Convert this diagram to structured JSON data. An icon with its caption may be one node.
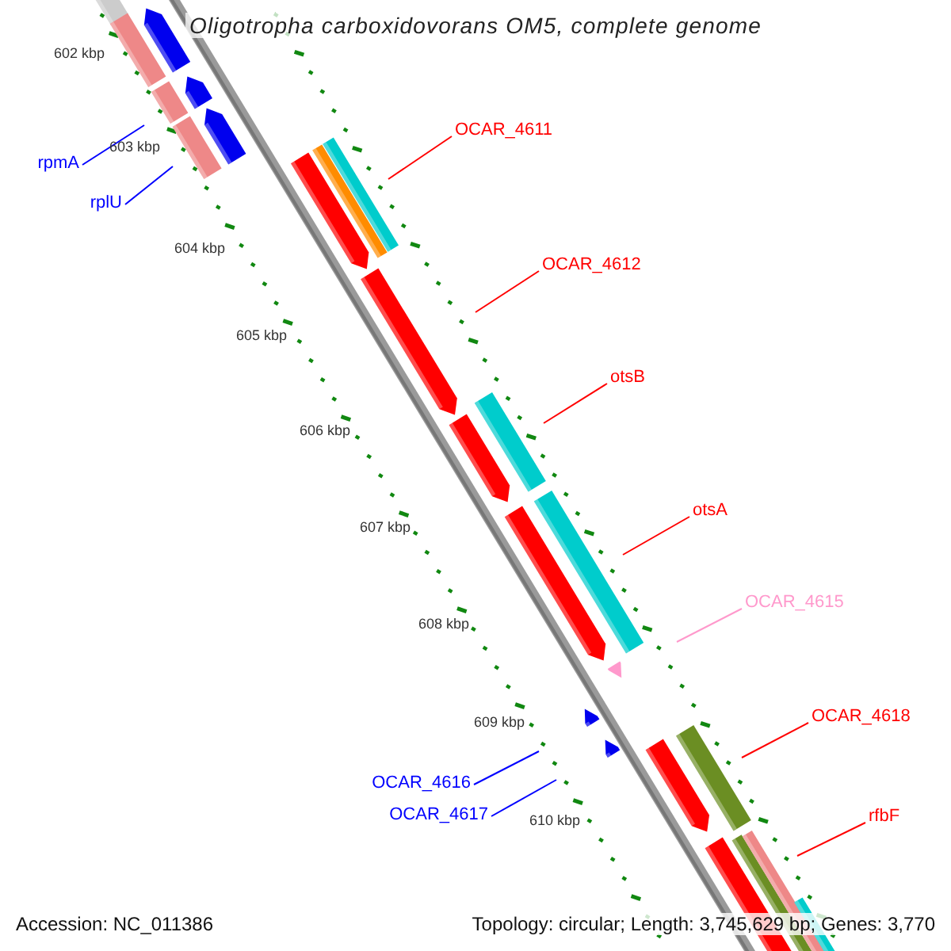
{
  "diagram": {
    "title": "Oligotropha carboxidovorans OM5, complete genome",
    "nodes": [
      {
        "text": [
          "rpmA"
        ]
      },
      {
        "text": [
          "rplU"
        ]
      },
      {
        "text": [
          "OCAR_4611"
        ]
      },
      {
        "text": [
          "OCAR_4612"
        ]
      },
      {
        "text": [
          "otsB"
        ]
      },
      {
        "text": [
          "otsA"
        ]
      },
      {
        "text": [
          "OCAR_4615"
        ]
      },
      {
        "text": [
          "OCAR_4616"
        ]
      },
      {
        "text": [
          "OCAR_4617"
        ]
      },
      {
        "text": [
          "OCAR_4618"
        ]
      },
      {
        "text": [
          "rfbF"
        ]
      }
    ],
    "edges": [
      {
        "from": 0,
        "to": null,
        "arrow": "none",
        "color": "#0000ff"
      },
      {
        "from": 1,
        "to": null,
        "arrow": "none",
        "color": "#0000ff"
      },
      {
        "from": 2,
        "to": null,
        "arrow": "none"
      },
      {
        "from": 3,
        "to": null,
        "arrow": "none"
      },
      {
        "from": 4,
        "to": null,
        "arrow": "none"
      },
      {
        "from": 5,
        "to": null,
        "arrow": "none"
      },
      {
        "from": 6,
        "to": null,
        "arrow": "none",
        "color": "#ff99cc"
      },
      {
        "from": 7,
        "to": null,
        "arrow": "none",
        "color": "#0000ff"
      },
      {
        "from": 8,
        "to": null,
        "arrow": "none",
        "color": "#0000ff"
      },
      {
        "from": 9,
        "to": null,
        "arrow": "none"
      },
      {
        "from": 10,
        "to": null,
        "arrow": "none"
      }
    ],
    "labels": [
      "602 kbp",
      "603 kbp",
      "604 kbp",
      "605 kbp",
      "606 kbp",
      "607 kbp",
      "608 kbp",
      "609 kbp",
      "610 kbp",
      "Accession: NC_011386",
      "Topology: circular; Length: 3,745,629 bp; Genes: 3,770"
    ]
  }
}
